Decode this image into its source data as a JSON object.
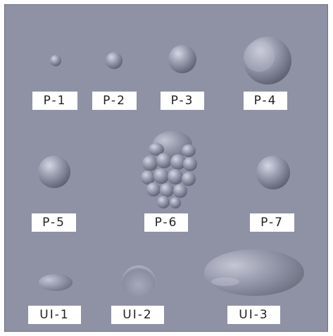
{
  "labels": {
    "p1": "P-1",
    "p2": "P-2",
    "p3": "P-3",
    "p4": "P-4",
    "p5": "P-5",
    "p6": "P-6",
    "p7": "P-7",
    "ui1": "UI-1",
    "ui2": "UI-2",
    "ui3": "UI-3"
  },
  "colors": {
    "background": "#8f92a4",
    "label_bg": "#ffffff",
    "label_text": "#222222"
  }
}
